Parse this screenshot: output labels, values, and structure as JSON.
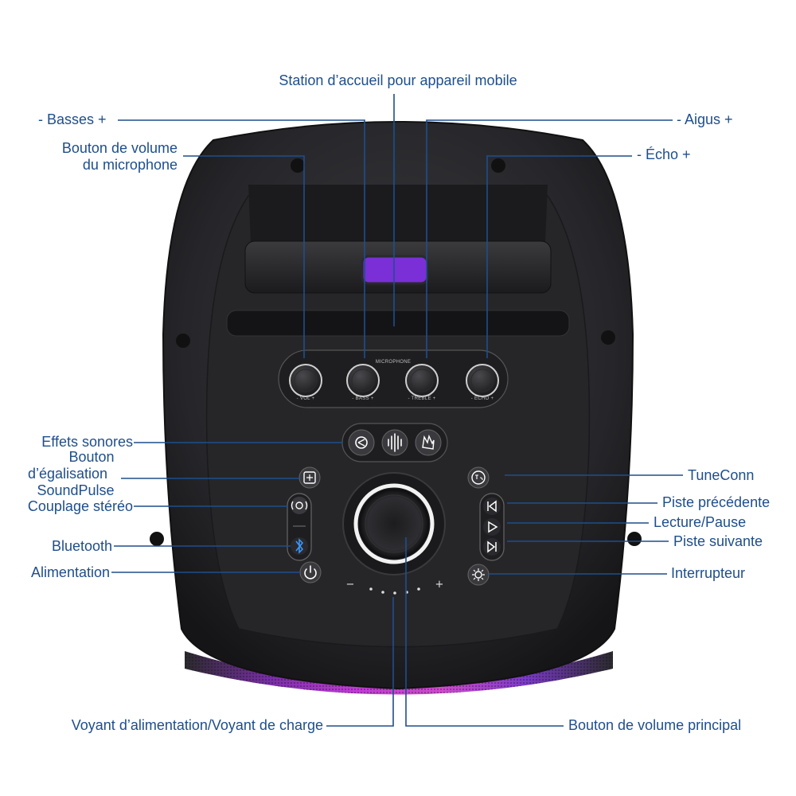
{
  "labels": {
    "dock": "Station d’accueil pour appareil mobile",
    "bass": "- Basses +",
    "treble": "- Aigus +",
    "mic_volume_line1": "Bouton de volume",
    "mic_volume_line2": "du microphone",
    "echo": "- Écho +",
    "sound_effects": "Effets sonores",
    "eq_line1": "Bouton",
    "eq_line2": "d’égalisation",
    "eq_line3": "SoundPulse",
    "stereo": "Couplage stéréo",
    "bluetooth": "Bluetooth",
    "power": "Alimentation",
    "tuneconn": "TuneConn",
    "prev": "Piste précédente",
    "play": "Lecture/Pause",
    "next": "Piste suivante",
    "switch": "Interrupteur",
    "led": "Voyant d’alimentation/Voyant de charge",
    "main_volume": "Bouton de volume principal"
  },
  "panel": {
    "microphone": "MICROPHONE",
    "knob_vol": "- VOL +",
    "knob_bass": "- BASS +",
    "knob_treble": "- TREBLE +",
    "knob_echo": "- ECHO +",
    "minus": "−",
    "plus": "+"
  },
  "colors": {
    "callout_text": "#1e4e8c",
    "leader_line": "#1e4e8c",
    "speaker_body": "#2b2b2d",
    "dock_accent": "#7b2fd6",
    "light_strip": "#c23bd8"
  },
  "icons": [
    "sound-effects-icon",
    "waveform-icon",
    "clap-icon",
    "equalizer-icon",
    "stereo-pairing-icon",
    "bluetooth-icon",
    "power-icon",
    "tuneconn-icon",
    "previous-track-icon",
    "play-icon",
    "next-track-icon",
    "switch-gear-icon"
  ]
}
